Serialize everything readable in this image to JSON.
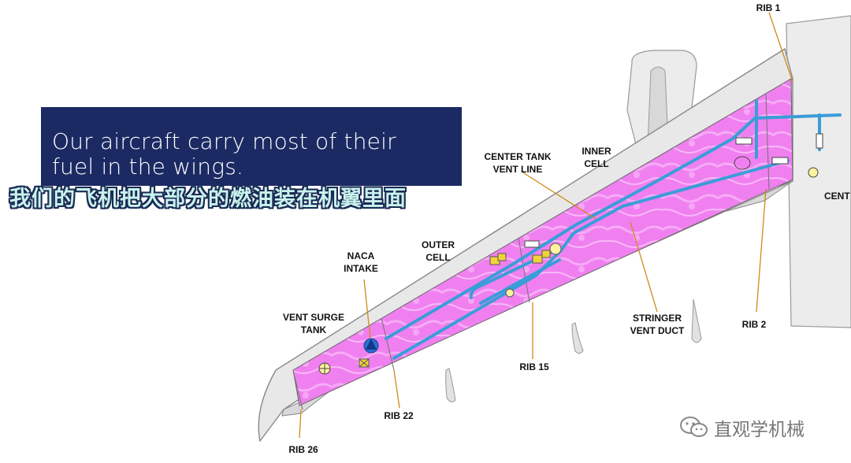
{
  "caption": {
    "english": "Our aircraft carry most of their fuel in the wings.",
    "english_line1": "Our aircraft carry most of their",
    "english_line2": "fuel in the wings.",
    "chinese": "我们的飞机把大部分的燃油装在机翼里面"
  },
  "diagram": {
    "labels": {
      "rib1": "RIB 1",
      "rib2": "RIB 2",
      "rib15": "RIB 15",
      "rib22": "RIB 22",
      "rib26": "RIB 26",
      "center_tank_vent_line_1": "CENTER TANK",
      "center_tank_vent_line_2": "VENT LINE",
      "inner_cell_1": "INNER",
      "inner_cell_2": "CELL",
      "outer_cell_1": "OUTER",
      "outer_cell_2": "CELL",
      "naca_intake_1": "NACA",
      "naca_intake_2": "INTAKE",
      "vent_surge_tank_1": "VENT SURGE",
      "vent_surge_tank_2": "TANK",
      "stringer_vent_duct_1": "STRINGER",
      "stringer_vent_duct_2": "VENT DUCT",
      "center_cut": "CENT"
    },
    "colors": {
      "fuel_pink": "#f07ef0",
      "pipe_blue": "#3da0d6",
      "structure_gray": "#e6e6e6",
      "naca_blue": "#2a6fd6",
      "valve_yellow": "#f2d33a"
    }
  },
  "watermark": {
    "text": "直观学机械"
  }
}
